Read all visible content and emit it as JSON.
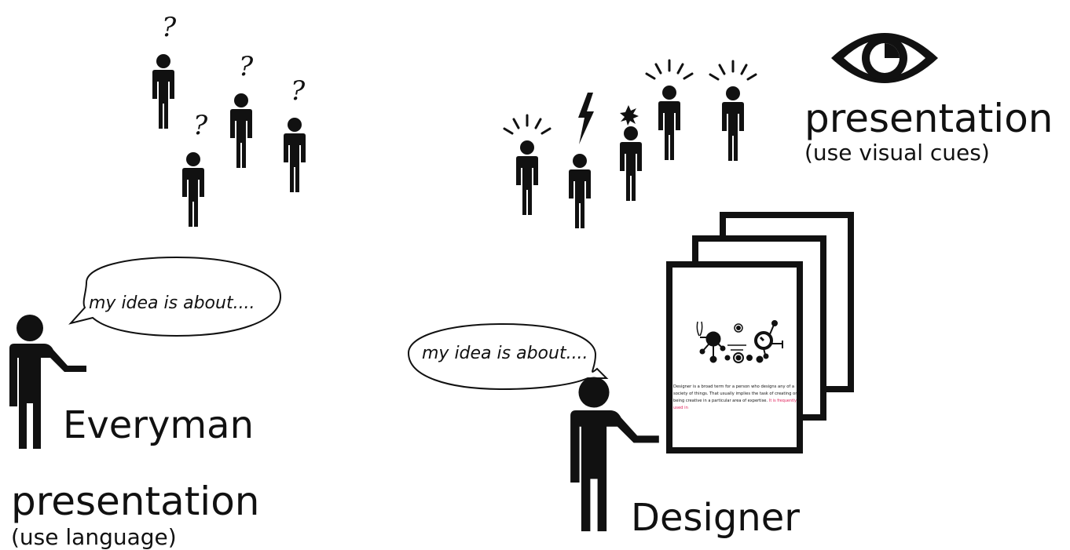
{
  "colors": {
    "ink": "#111111",
    "highlight": "#e0205a",
    "background": "#ffffff"
  },
  "left": {
    "bubble_text": "my idea is about....",
    "person_label": "Everyman",
    "presentation_title": "presentation",
    "presentation_subtitle": "(use language)",
    "question_mark": "?"
  },
  "right": {
    "bubble_text": "my idea is about....",
    "person_label": "Designer",
    "presentation_title": "presentation",
    "presentation_subtitle": "(use visual cues)",
    "icon": "eye-icon",
    "document": {
      "line1": "Designer is a broad term for a person who designs any of a",
      "line2": "society of things. That usually implies the task of creating or of",
      "line3": "being creative in a particular area of expertise.",
      "line3_highlight": "It is frequently",
      "line4_highlight": "used in"
    }
  }
}
